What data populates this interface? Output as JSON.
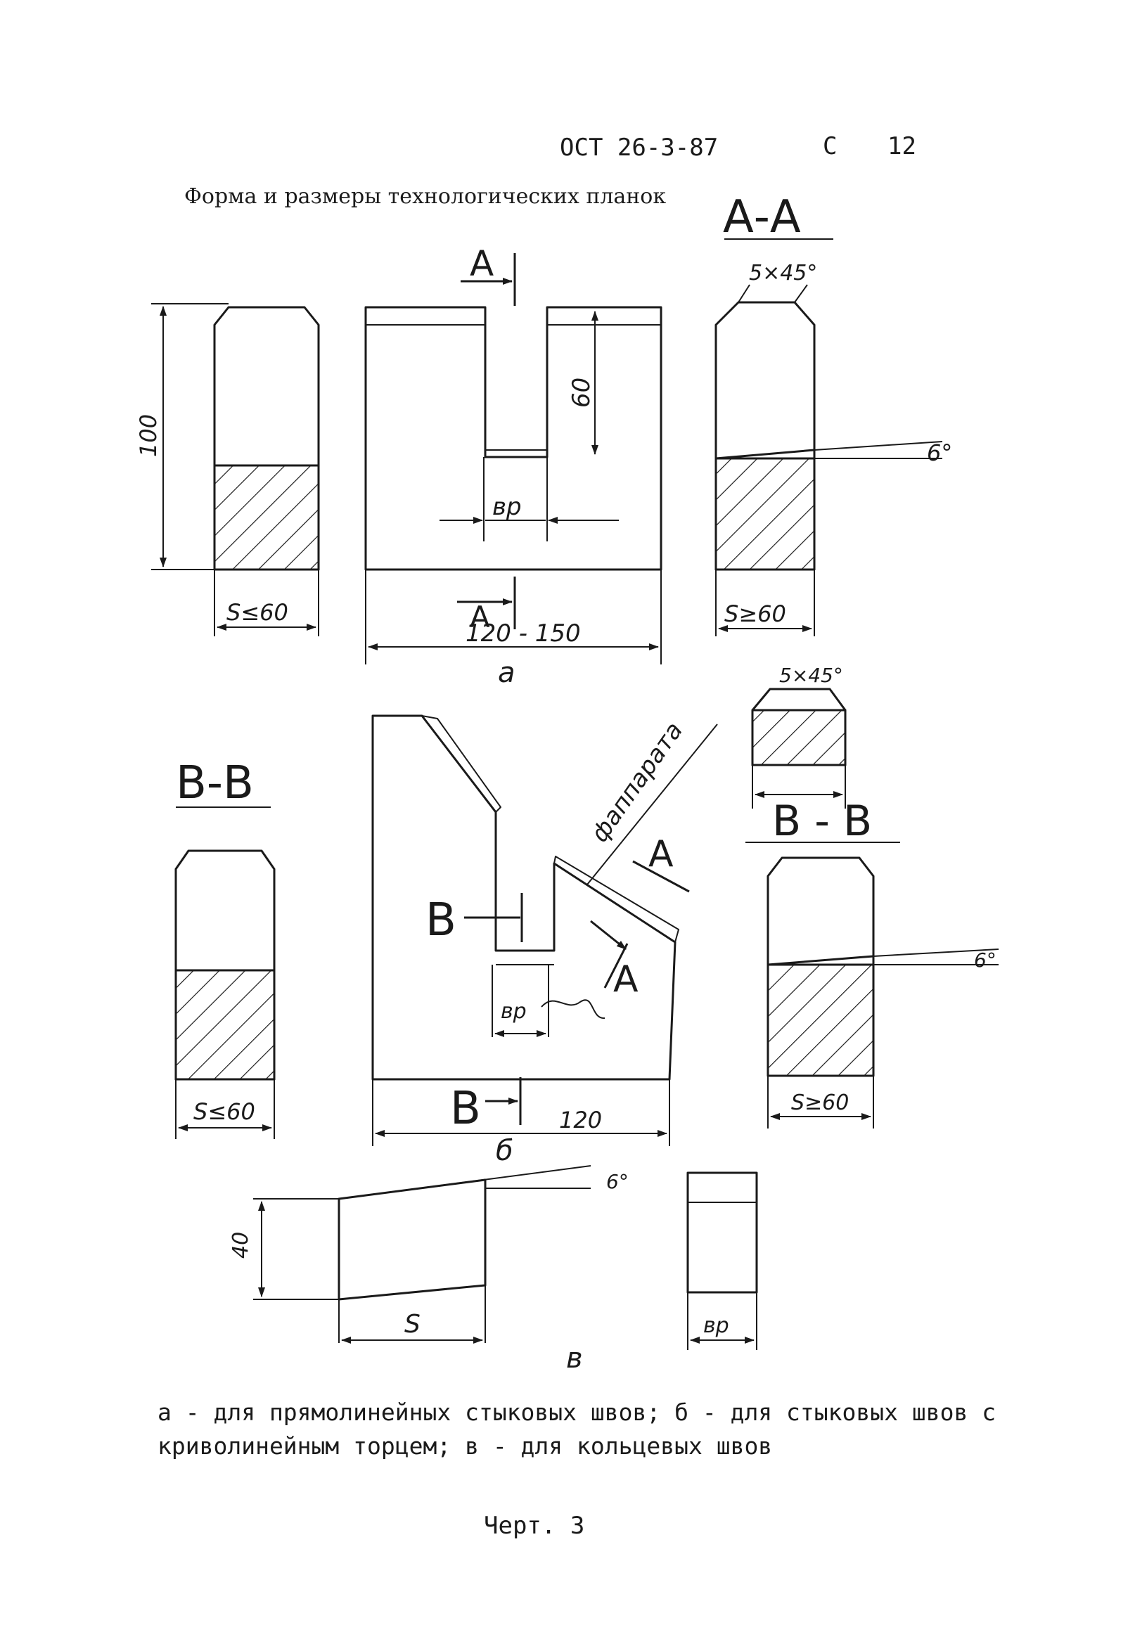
{
  "header": {
    "doc_code": "ОСТ 26-3-87",
    "page_prefix": "С",
    "page_number": "12"
  },
  "title": "Форма и размеры технологических планок",
  "section_labels": {
    "aa": "А-А",
    "vv_left": "В-В",
    "vv_right": "В - В",
    "cut_a": "А",
    "cut_v": "В"
  },
  "dimensions": {
    "height_100": "100",
    "depth_60": "60",
    "gap_bp": "вр",
    "width_120_150": "120 - 150",
    "s_le_60": "S≤60",
    "s_ge_60": "S≥60",
    "chamfer": "5×45°",
    "angle_6": "6°",
    "width_120": "120",
    "height_40": "40",
    "s": "S"
  },
  "annotations": {
    "apparatus": "фаппарата"
  },
  "figure_letters": {
    "a": "а",
    "b": "б",
    "v": "в"
  },
  "caption": "а - для прямолинейных стыковых швов; б - для стыковых швов с криволинейным торцем; в - для кольцевых швов",
  "figure_label": "Черт. 3",
  "colors": {
    "ink": "#1a1a1a",
    "paper": "#ffffff"
  }
}
